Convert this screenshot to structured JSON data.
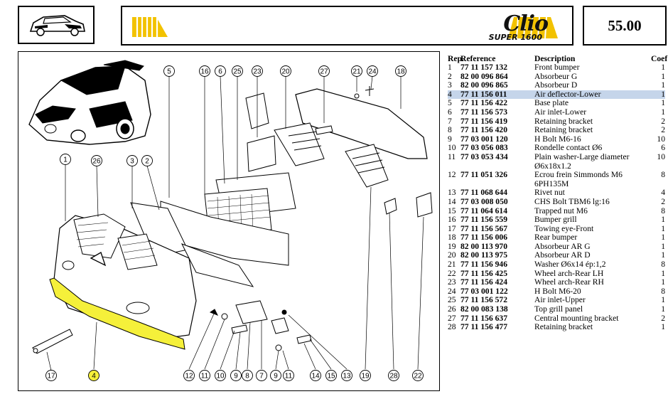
{
  "header": {
    "page_number": "55.00",
    "logo_text": "Clio",
    "logo_subtext": "SUPER 1600"
  },
  "diagram": {
    "callouts": [
      "1",
      "26",
      "3",
      "2",
      "5",
      "16",
      "6",
      "25",
      "23",
      "20",
      "27",
      "21",
      "24",
      "18",
      "17",
      "4",
      "12",
      "11",
      "10",
      "9",
      "8",
      "7",
      "9",
      "11",
      "14",
      "15",
      "13",
      "19",
      "28",
      "22"
    ],
    "highlighted_callout": "4",
    "highlight_color": "#f5f03a"
  },
  "parts_table": {
    "headers": {
      "rep": "Rep.",
      "reference": "Reference",
      "description": "Description",
      "coef": "Coef"
    },
    "rows": [
      {
        "rep": "1",
        "ref": "77 11 157 132",
        "desc": "Front bumper",
        "coef": "1"
      },
      {
        "rep": "2",
        "ref": "82 00 096 864",
        "desc": "Absorbeur G",
        "coef": "1"
      },
      {
        "rep": "3",
        "ref": "82 00 096 865",
        "desc": "Absorbeur D",
        "coef": "1"
      },
      {
        "rep": "4",
        "ref": "77 11 156 011",
        "desc": "Air deflector-Lower",
        "coef": "1",
        "highlighted": true
      },
      {
        "rep": "5",
        "ref": "77 11 156 422",
        "desc": "Base plate",
        "coef": "1"
      },
      {
        "rep": "6",
        "ref": "77 11 156 573",
        "desc": "Air inlet-Lower",
        "coef": "1"
      },
      {
        "rep": "7",
        "ref": "77 11 156 419",
        "desc": "Retaining bracket",
        "coef": "2"
      },
      {
        "rep": "8",
        "ref": "77 11 156 420",
        "desc": "Retaining bracket",
        "coef": "2"
      },
      {
        "rep": "9",
        "ref": "77 03 001 120",
        "desc": "H Bolt M6-16",
        "coef": "10"
      },
      {
        "rep": "10",
        "ref": "77 03 056 083",
        "desc": "Rondelle contact Ø6",
        "coef": "6"
      },
      {
        "rep": "11",
        "ref": "77 03 053 434",
        "desc": "Plain washer-Large diameter Ø6x18x1.2",
        "coef": "10"
      },
      {
        "rep": "12",
        "ref": "77 11 051 326",
        "desc": "Ecrou frein Simmonds M6 6PH135M",
        "coef": "8"
      },
      {
        "rep": "13",
        "ref": "77 11 068 644",
        "desc": "Rivet nut",
        "coef": "4"
      },
      {
        "rep": "14",
        "ref": "77 03 008 050",
        "desc": "CHS Bolt TBM6 lg:16",
        "coef": "2"
      },
      {
        "rep": "15",
        "ref": "77 11 064 614",
        "desc": "Trapped nut M6",
        "coef": "8"
      },
      {
        "rep": "16",
        "ref": "77 11 156 559",
        "desc": "Bumper grill",
        "coef": "1"
      },
      {
        "rep": "17",
        "ref": "77 11 156 567",
        "desc": "Towing eye-Front",
        "coef": "1"
      },
      {
        "rep": "18",
        "ref": "77 11 156 006",
        "desc": "Rear bumper",
        "coef": "1"
      },
      {
        "rep": "19",
        "ref": "82 00 113 970",
        "desc": "Absorbeur AR G",
        "coef": "1"
      },
      {
        "rep": "20",
        "ref": "82 00 113 975",
        "desc": "Absorbeur AR D",
        "coef": "1"
      },
      {
        "rep": "21",
        "ref": "77 11 156 946",
        "desc": "Washer Ø6x14 ép:1,2",
        "coef": "8"
      },
      {
        "rep": "22",
        "ref": "77 11 156 425",
        "desc": "Wheel arch-Rear LH",
        "coef": "1"
      },
      {
        "rep": "23",
        "ref": "77 11 156 424",
        "desc": "Wheel arch-Rear RH",
        "coef": "1"
      },
      {
        "rep": "24",
        "ref": "77 03 001 122",
        "desc": "H Bolt M6-20",
        "coef": "8"
      },
      {
        "rep": "25",
        "ref": "77 11 156 572",
        "desc": "Air inlet-Upper",
        "coef": "1"
      },
      {
        "rep": "26",
        "ref": "82 00 083 138",
        "desc": "Top grill panel",
        "coef": "1"
      },
      {
        "rep": "27",
        "ref": "77 11 156 637",
        "desc": "Central mounting bracket",
        "coef": "2"
      },
      {
        "rep": "28",
        "ref": "77 11 156 477",
        "desc": "Retaining bracket",
        "coef": "1"
      }
    ]
  }
}
